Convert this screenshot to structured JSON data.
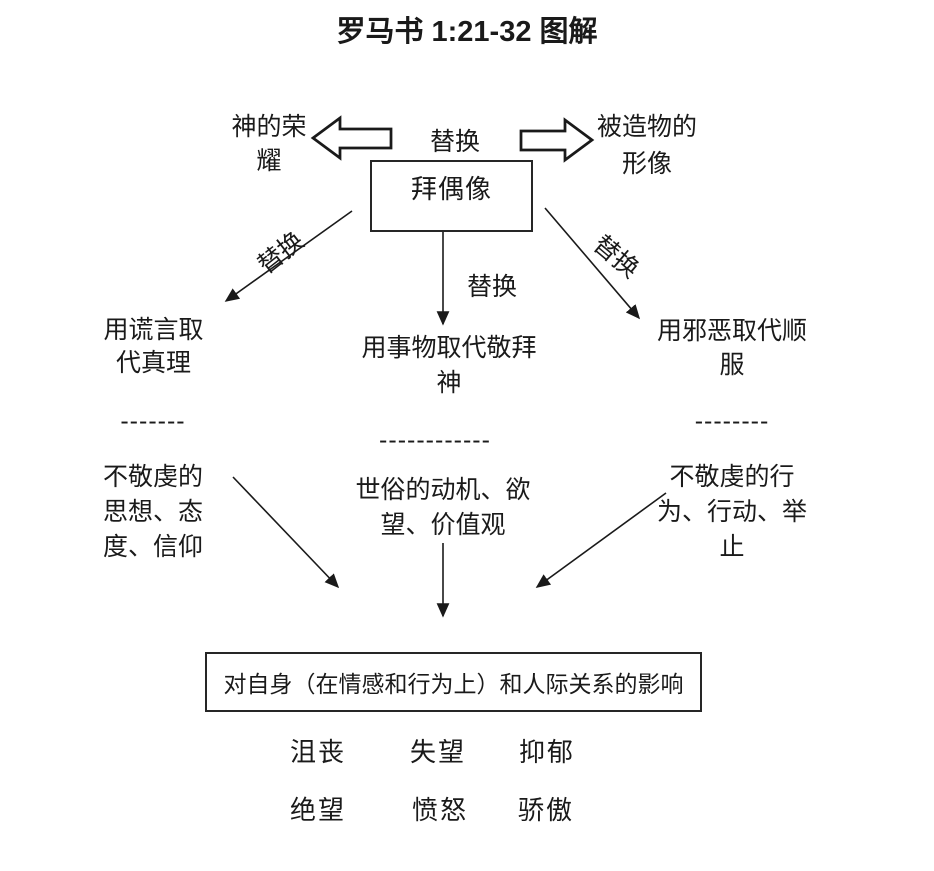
{
  "title": "罗马书 1:21-32 图解",
  "labels": {
    "replace": "替换"
  },
  "nodes": {
    "idol_box": "拜偶像",
    "god_glory": "神的荣\n耀",
    "creature_image": "被造物的\n形像",
    "lies_for_truth": "用谎言取\n代真理",
    "things_for_worship": "用事物取代敬拜\n神",
    "evil_for_obedience": "用邪恶取代顺\n服",
    "ungodly_thoughts": "不敬虔的\n思想、态\n度、信仰",
    "worldly_motives": "世俗的动机、欲\n望、价值观",
    "ungodly_behavior": "不敬虔的行\n为、行动、举\n止",
    "impacts_box": "对自身（在情感和行为上）和人际关系的影响"
  },
  "separators": {
    "left": "-------",
    "center": "------------",
    "right": "--------"
  },
  "emotions": {
    "rows": [
      [
        "沮丧",
        "失望",
        "抑郁"
      ],
      [
        "绝望",
        "愤怒",
        "骄傲"
      ]
    ]
  },
  "colors": {
    "ink": "#1a1a1a",
    "background": "#ffffff"
  }
}
